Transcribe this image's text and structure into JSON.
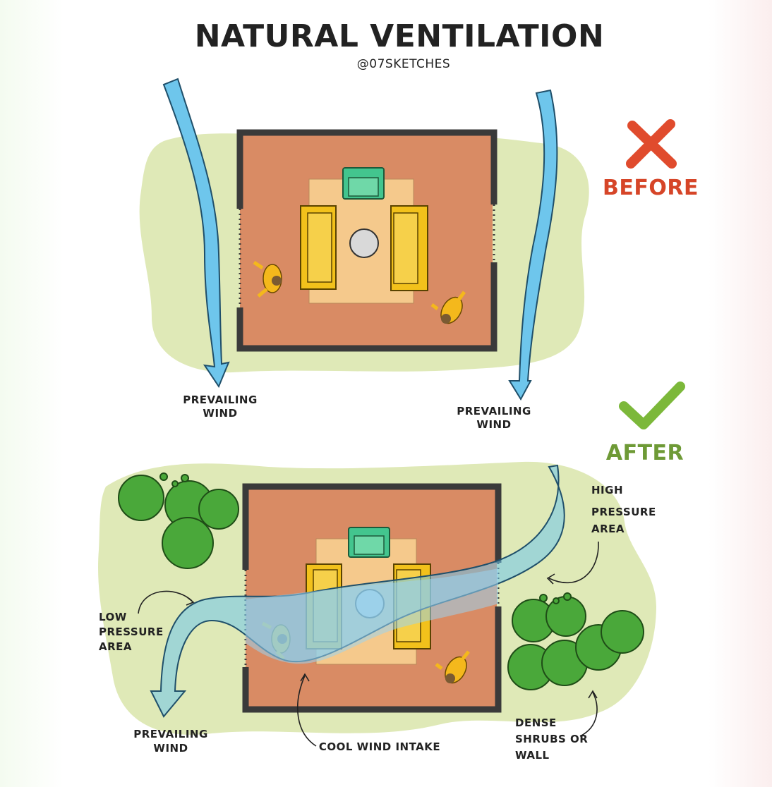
{
  "title": "NATURAL VENTILATION",
  "credit": "@07SKETCHES",
  "before": {
    "status": "BEFORE",
    "wind_left": [
      "PREVAILING",
      "WIND"
    ],
    "wind_right": [
      "PREVAILING",
      "WIND"
    ]
  },
  "after": {
    "status": "AFTER",
    "high_pressure": [
      "HIGH",
      "PRESSURE",
      "AREA"
    ],
    "low_pressure": [
      "LOW",
      "PRESSURE",
      "AREA"
    ],
    "prevailing_wind": [
      "PREVAILING",
      "WIND"
    ],
    "cool_wind_intake": "COOL WIND INTAKE",
    "dense_shrubs": [
      "DENSE",
      "SHRUBS OR",
      "WALL"
    ]
  },
  "colors": {
    "ground": "#dfe9b7",
    "floor": "#d98b64",
    "rug": "#f5c98c",
    "sofa": "#f2c11b",
    "armchair": "#43c58e",
    "wall": "#3a3a3a",
    "wind": "#6ec6ec",
    "cross": "#e04b2d",
    "check": "#7cb83a",
    "shrub": "#4aa83a"
  }
}
